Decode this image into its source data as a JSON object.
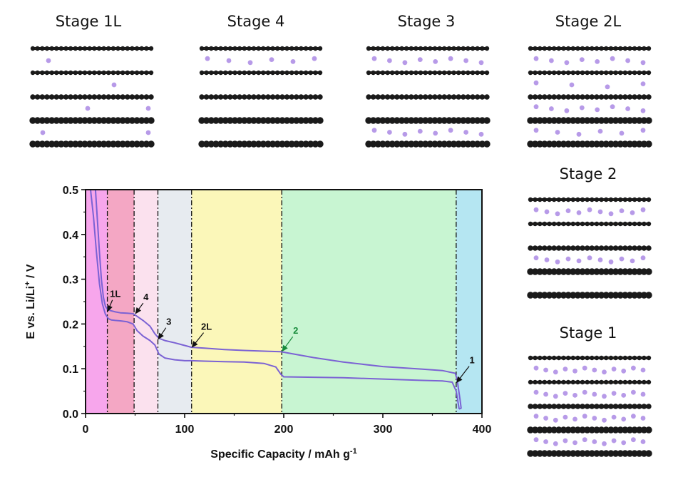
{
  "stages": [
    {
      "title": "Stage 1L"
    },
    {
      "title": "Stage 4"
    },
    {
      "title": "Stage 3"
    },
    {
      "title": "Stage 2L"
    },
    {
      "title": "Stage 2"
    },
    {
      "title": "Stage 1"
    }
  ],
  "colors": {
    "curve": "#7b62d4",
    "layer": "#1a1a1a",
    "layer_accent": "#e0a43a",
    "lithium": "#b79ae8",
    "region_1L": "#f7a6ec",
    "region_1L_2": "#f4a7c4",
    "region_4": "#fbe1ee",
    "region_3": "#e7ebf0",
    "region_2L": "#fbf7b9",
    "region_2": "#c8f5d2",
    "region_1": "#b5e6f2"
  },
  "chart_data": {
    "type": "line",
    "xlabel": "Specific Capacity / mAh g",
    "xlabel_sup": "-1",
    "ylabel_parts": [
      "E vs. Li/Li",
      "+",
      " / V"
    ],
    "xlim": [
      0,
      400
    ],
    "ylim": [
      0,
      0.5
    ],
    "x_ticks": [
      "0",
      "100",
      "200",
      "300",
      "400"
    ],
    "y_ticks": [
      "0.0",
      "0.1",
      "0.2",
      "0.3",
      "0.4",
      "0.5"
    ],
    "region_boundaries": [
      22,
      49,
      73,
      107,
      198,
      374
    ],
    "series": [
      {
        "x": [
          5,
          8,
          11,
          14,
          17,
          20,
          23,
          26,
          30,
          35,
          42,
          48,
          52,
          58,
          65,
          70,
          74,
          80,
          90,
          100,
          107,
          120,
          140,
          160,
          180,
          192,
          197,
          200,
          230,
          260,
          300,
          340,
          360,
          370,
          374,
          377
        ],
        "y": [
          0.5,
          0.44,
          0.36,
          0.29,
          0.245,
          0.222,
          0.212,
          0.209,
          0.208,
          0.207,
          0.205,
          0.2,
          0.185,
          0.173,
          0.163,
          0.153,
          0.133,
          0.124,
          0.12,
          0.118,
          0.118,
          0.117,
          0.116,
          0.115,
          0.112,
          0.104,
          0.088,
          0.082,
          0.081,
          0.08,
          0.077,
          0.074,
          0.073,
          0.07,
          0.05,
          0.01
        ]
      },
      {
        "x": [
          377,
          379,
          378,
          376,
          375,
          373,
          360,
          340,
          300,
          260,
          230,
          200,
          197,
          185,
          160,
          140,
          120,
          107,
          100,
          90,
          80,
          74,
          70,
          65,
          58,
          52,
          48,
          42,
          35,
          30,
          25,
          22,
          20,
          18,
          16,
          14,
          12,
          10
        ],
        "y": [
          0.01,
          0.012,
          0.03,
          0.06,
          0.075,
          0.09,
          0.096,
          0.099,
          0.105,
          0.115,
          0.125,
          0.137,
          0.138,
          0.139,
          0.141,
          0.143,
          0.146,
          0.148,
          0.152,
          0.158,
          0.163,
          0.168,
          0.178,
          0.195,
          0.208,
          0.217,
          0.223,
          0.224,
          0.225,
          0.227,
          0.23,
          0.233,
          0.24,
          0.26,
          0.3,
          0.36,
          0.43,
          0.5
        ]
      }
    ],
    "annotations": [
      {
        "label": "1L",
        "color": "#111111",
        "tx": 30,
        "ty": 0.26,
        "ax": 22,
        "ay": 0.227
      },
      {
        "label": "4",
        "color": "#111111",
        "tx": 61,
        "ty": 0.253,
        "ax": 50,
        "ay": 0.222
      },
      {
        "label": "3",
        "color": "#111111",
        "tx": 84,
        "ty": 0.198,
        "ax": 73,
        "ay": 0.165
      },
      {
        "label": "2L",
        "color": "#111111",
        "tx": 122,
        "ty": 0.187,
        "ax": 107,
        "ay": 0.147
      },
      {
        "label": "2",
        "color": "#168a3a",
        "tx": 212,
        "ty": 0.178,
        "ax": 198,
        "ay": 0.138
      },
      {
        "label": "1",
        "color": "#111111",
        "tx": 390,
        "ty": 0.112,
        "ax": 374,
        "ay": 0.068
      }
    ]
  }
}
